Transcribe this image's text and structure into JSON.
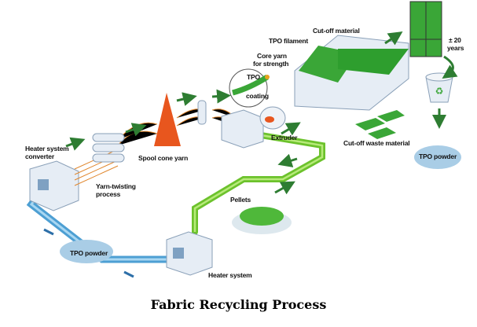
{
  "caption": "Fabric Recycling Process",
  "labels": {
    "cutoff_material": "Cut-off material",
    "tpo_filament": "TPO filament",
    "core_yarn_1": "Core yarn",
    "core_yarn_2": "for strength",
    "tpo": "TPO",
    "coating": "coating",
    "years_1": "± 20",
    "years_2": "years",
    "extruder": "Extruder",
    "cutoff_waste": "Cut-off waste material",
    "tpo_powder_right": "TPO powder",
    "heater_converter_1": "Heater system",
    "heater_converter_2": "converter",
    "spool_cone_yarn": "Spool cone yarn",
    "yarn_twisting_1": "Yarn-twisting",
    "yarn_twisting_2": "process",
    "pellets": "Pellets",
    "tpo_powder_left": "TPO powder",
    "heater_system": "Heater system"
  },
  "colors": {
    "green": "#3aa637",
    "lightgreen": "#8ed23a",
    "blue": "#5aa9d8",
    "orange": "#e8561e",
    "machine": "#e6edf5",
    "arrow": "#2e7d32"
  }
}
